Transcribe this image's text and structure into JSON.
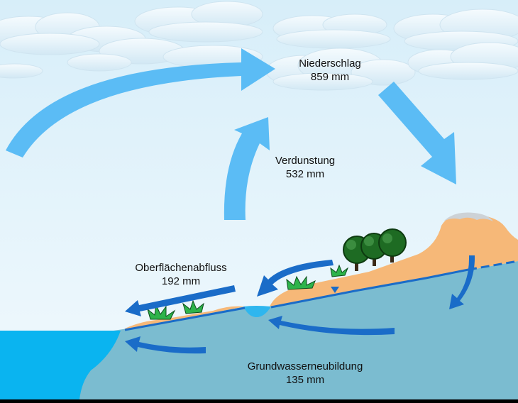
{
  "diagram": {
    "title": "",
    "labels": {
      "precipitation": {
        "name": "Niederschlag",
        "value": "859 mm"
      },
      "evaporation": {
        "name": "Verdunstung",
        "value": "532 mm"
      },
      "surface_runoff": {
        "name": "Oberflächenabfluss",
        "value": "192 mm"
      },
      "groundwater_recharge": {
        "name": "Grundwasserneubildung",
        "value": "135 mm"
      }
    },
    "colors": {
      "sky": "#eaf6fb",
      "cloud": "#e9f5fc",
      "atmospheric_arrow": "#5bbcf5",
      "ground_arrow": "#1a6cc8",
      "sand": "#f6b878",
      "groundwater": "#7bbcd0",
      "sea": "#0ab4f0",
      "tree": "#1e6b23",
      "bush": "#2db34a"
    }
  }
}
